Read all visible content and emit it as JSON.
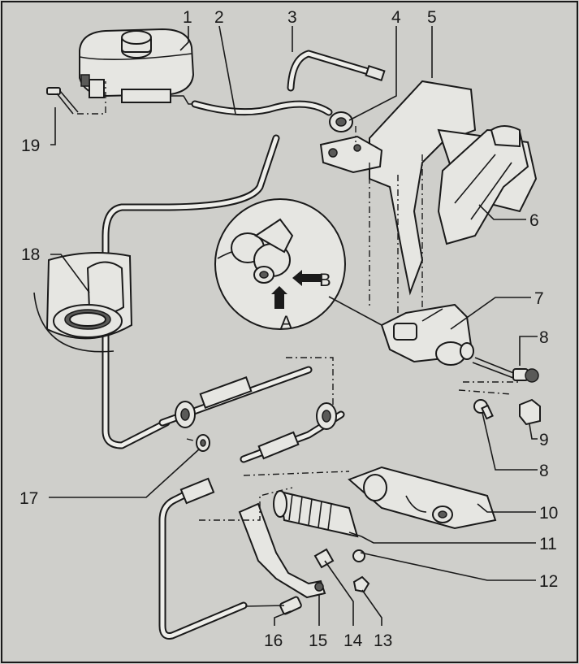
{
  "callouts": [
    "1",
    "2",
    "3",
    "4",
    "5",
    "6",
    "7",
    "8",
    "9",
    "8",
    "10",
    "11",
    "12",
    "13",
    "14",
    "15",
    "16",
    "17",
    "18",
    "19"
  ],
  "detail_labels": {
    "a": "A",
    "b": "B"
  },
  "colors": {
    "background": "#cfcfcb",
    "line": "#1a1a1a",
    "part_fill": "#e6e6e2",
    "shade": "#5a5a58"
  }
}
